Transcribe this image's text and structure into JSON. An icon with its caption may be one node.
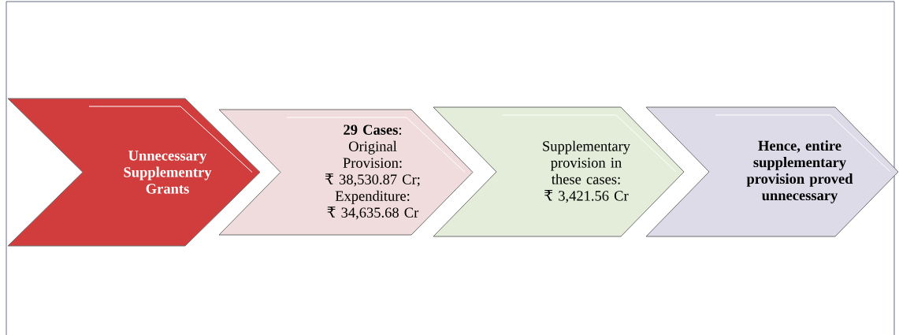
{
  "diagram": {
    "nodes": [
      {
        "text": [
          "Unnecessary Supplementry Grants"
        ]
      },
      {
        "text": [
          "**29 Cases**: Original Provision:",
          "₹ 38,530.87 Cr; Expenditure:",
          "₹ 34,635.68 Cr"
        ]
      },
      {
        "text": [
          "Supplementary provision in these cases:",
          "₹ 3,421.56 Cr"
        ]
      },
      {
        "text": [
          "Hence, entire supplementary provision proved unnecessary"
        ]
      }
    ]
  }
}
